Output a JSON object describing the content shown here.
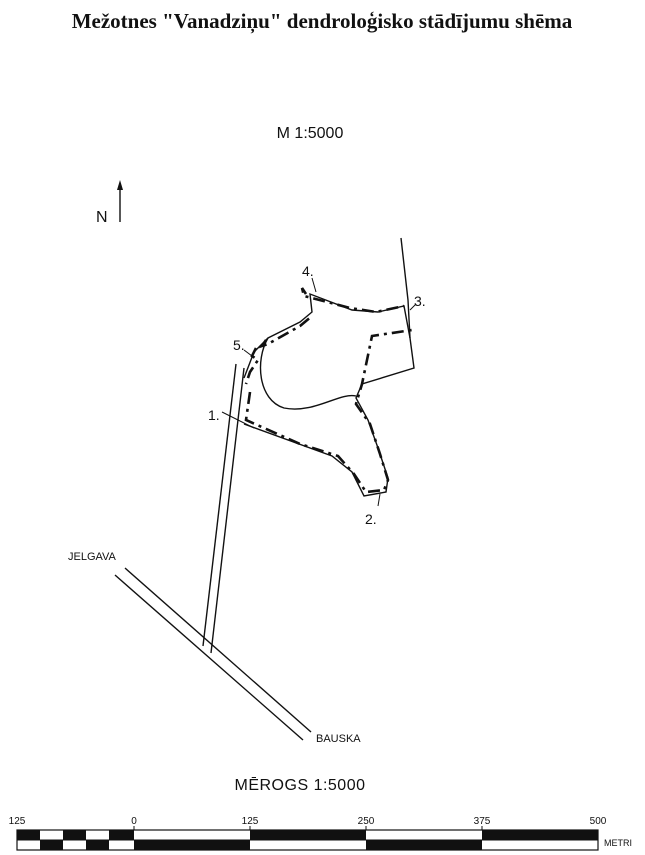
{
  "title": "Mežotnes \"Vanadziņu\" dendroloģisko stādījumu shēma",
  "scale_text": "M 1:5000",
  "north_label": "N",
  "planting_markers": [
    "1.",
    "2.",
    "3.",
    "4.",
    "5."
  ],
  "places": {
    "jelgava": "JELGAVA",
    "bauska": "BAUSKA"
  },
  "scale_bar": {
    "caption": "MĒROGS  1:5000",
    "ticks": [
      "125",
      "0",
      "125",
      "250",
      "375",
      "500"
    ],
    "unit": "METRI"
  },
  "colors": {
    "ink": "#111111",
    "paper": "#ffffff"
  }
}
